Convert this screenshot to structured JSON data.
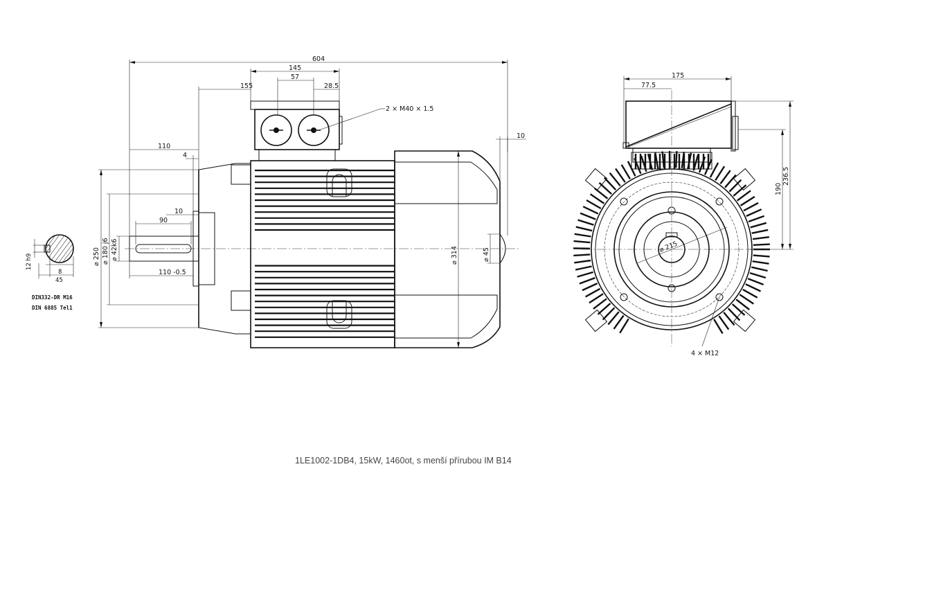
{
  "caption": "1LE1002-1DB4, 15kW, 1460ot, s menší přírubou IM B14",
  "side_view": {
    "dims": {
      "overall_length": "604",
      "box_width": "145",
      "gland_spacing": "57",
      "gland_offset": "28.5",
      "box_position": "155",
      "shaft_length": "110",
      "flange_step": "4",
      "key_offset": "10",
      "key_length": "90",
      "shaft_tol": "110 -0.5",
      "rear_bump": "10",
      "dia_250": "⌀ 250",
      "dia_180": "⌀ 180 j6",
      "dia_42": "⌀ 42k6",
      "dia_314": "⌀ 314",
      "dia_45": "⌀ 45",
      "glands": "2 × M40 × 1.5"
    }
  },
  "shaft_section": {
    "key_width": "12 h9",
    "key_depth": "8",
    "shaft_height": "45",
    "note1": "DIN332-DR M16",
    "note2": "DIN 6885 Tel1"
  },
  "front_view": {
    "dims": {
      "box_width": "175",
      "box_offset": "77.5",
      "height_190": "190",
      "height_236": "236.5",
      "pcd": "⌀ 215",
      "holes": "4 × M12"
    }
  }
}
